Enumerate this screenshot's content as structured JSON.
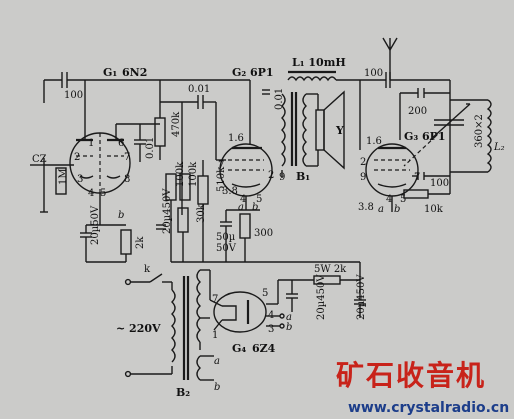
{
  "tubes": {
    "g1": {
      "label": "G₁",
      "type": "6N2"
    },
    "g2": {
      "label": "G₂",
      "type": "6P1"
    },
    "g3": {
      "label": "G₃",
      "type": "6P1"
    },
    "g4": {
      "label": "G₄",
      "type": "6Z4"
    }
  },
  "pins": {
    "g1": [
      "2",
      "1",
      "6",
      "7",
      "3",
      "4",
      "5",
      "8"
    ],
    "g2": [
      "1.6",
      "7",
      "2",
      "3.8",
      "4",
      "5",
      "9"
    ],
    "g3": [
      "1.6",
      "2",
      "9",
      "3.8",
      "4",
      "5",
      "7"
    ],
    "g4": [
      "7",
      "5",
      "1",
      "4",
      "3"
    ]
  },
  "components": {
    "c_in": "100",
    "r_1m": "1M",
    "c_20u_50v_1": "20µ50V",
    "r_2k": "2k",
    "c_001_1": "0.01",
    "r_470k": "470k",
    "c_001_2": "0.01",
    "r_100k_1": "100k",
    "r_100k_2": "100k",
    "r_30k": "30k",
    "c_20u_450v_1": "20µ450V",
    "r_510k": "510k",
    "c_50u": "50µ",
    "c_50u_v": "50V",
    "r_300": "300",
    "c_001_3": "0.01",
    "inductor_l1": "L₁ 10mH",
    "c_100_top": "100",
    "c_200": "200",
    "c_360x2": "360×2",
    "l2": "L₂",
    "c_100_right": "100",
    "r_10k": "10k",
    "r_5w2k": "5W 2k",
    "c_20u_450v_2": "20µ450V",
    "c_20u_450v_3": "20µ450V",
    "mains": "~ 220V",
    "switch_k": "k",
    "transformer_b1": "B₁",
    "transformer_b2": "B₂",
    "speaker_y": "Y",
    "jack_cz": "CZ"
  },
  "terminals": {
    "a": "a",
    "b": "b"
  },
  "watermark": {
    "brand": "矿石收音机",
    "url": "www.crystalradio.cn"
  },
  "colors": {
    "background": "#cbcbc9",
    "ink": "#1a1a1a",
    "brand": "#c8231a",
    "url": "#1c3d8a"
  }
}
